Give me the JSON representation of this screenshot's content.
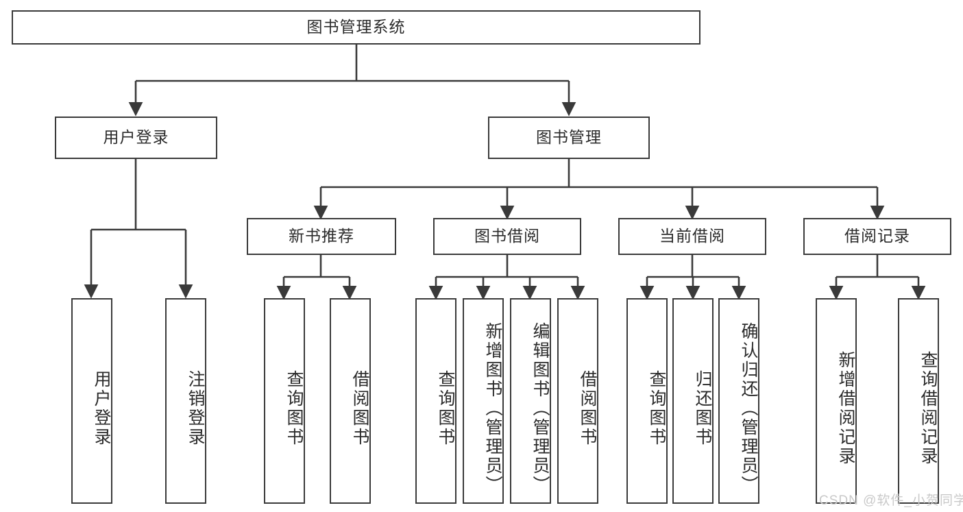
{
  "diagram": {
    "title": "图书管理系统",
    "type": "tree-hierarchy",
    "stroke_color": "#3a3a3a",
    "text_color": "#2b2b2b",
    "background_color": "#ffffff"
  },
  "root": {
    "label": "图书管理系统"
  },
  "level2": [
    {
      "label": "用户登录"
    },
    {
      "label": "图书管理"
    }
  ],
  "level3": [
    {
      "label": "新书推荐"
    },
    {
      "label": "图书借阅"
    },
    {
      "label": "当前借阅"
    },
    {
      "label": "借阅记录"
    }
  ],
  "leaves": {
    "user_login": [
      {
        "label": "用户登录"
      },
      {
        "label": "注销登录"
      }
    ],
    "new_book": [
      {
        "label": "查询图书"
      },
      {
        "label": "借阅图书"
      }
    ],
    "book_borrow": [
      {
        "label": "查询图书"
      },
      {
        "label": "新增图书（管理员）"
      },
      {
        "label": "编辑图书（管理员）"
      },
      {
        "label": "借阅图书"
      }
    ],
    "current_borrow": [
      {
        "label": "查询图书"
      },
      {
        "label": "归还图书"
      },
      {
        "label": "确认归还（管理员）"
      }
    ],
    "borrow_record": [
      {
        "label": "新增借阅记录"
      },
      {
        "label": "查询借阅记录"
      }
    ]
  },
  "watermark": {
    "text": "CSDN @软件_小贺同学",
    "color": "#c9c9c9"
  }
}
